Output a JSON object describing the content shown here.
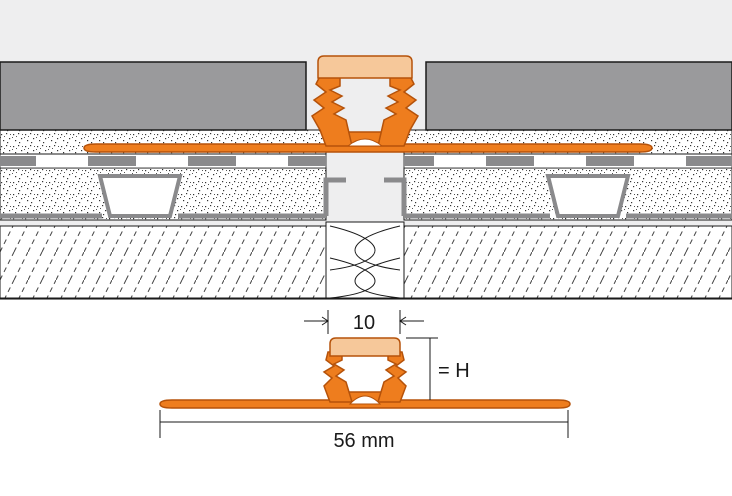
{
  "figure": {
    "gap_label": "10",
    "height_label": "= H",
    "width_label": "56 mm"
  },
  "colors": {
    "profile_orange": "#ee7d1e",
    "profile_dark": "#b5520a",
    "insert_light": "#f6c89a",
    "tile_gray": "#9a9a9c",
    "membrane_gray": "#8a8a8c",
    "background_light": "#eeeeef",
    "line_dark": "#1a1a1a"
  }
}
